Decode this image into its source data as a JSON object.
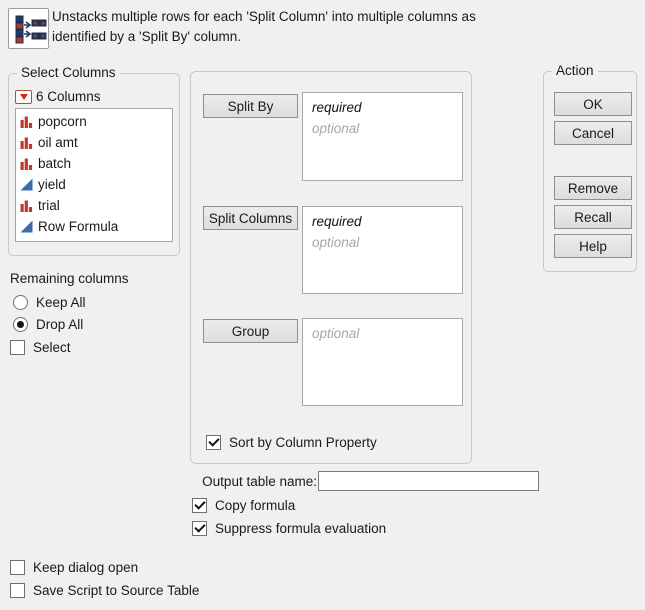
{
  "dialog": {
    "description": "Unstacks multiple rows for each 'Split Column' into multiple columns as identified by a 'Split By' column."
  },
  "select_columns": {
    "title": "Select Columns",
    "dropdown_label": "6 Columns",
    "columns": [
      {
        "name": "popcorn",
        "type": "nominal"
      },
      {
        "name": "oil amt",
        "type": "nominal"
      },
      {
        "name": "batch",
        "type": "nominal"
      },
      {
        "name": "yield",
        "type": "continuous"
      },
      {
        "name": "trial",
        "type": "nominal"
      },
      {
        "name": "Row Formula",
        "type": "continuous"
      }
    ]
  },
  "remaining_columns": {
    "label": "Remaining columns",
    "options": [
      {
        "label": "Keep All",
        "selected": false
      },
      {
        "label": "Drop All",
        "selected": true
      }
    ],
    "select": {
      "label": "Select",
      "checked": false
    }
  },
  "cast": {
    "zones": [
      {
        "button": "Split By",
        "required": "required",
        "optional": "optional"
      },
      {
        "button": "Split Columns",
        "required": "required",
        "optional": "optional"
      },
      {
        "button": "Group",
        "optional": "optional"
      }
    ],
    "sort_by_column_property": {
      "label": "Sort by Column Property",
      "checked": true
    }
  },
  "output": {
    "label": "Output table name:",
    "value": "",
    "copy_formula": {
      "label": "Copy formula",
      "checked": true
    },
    "suppress_formula_evaluation": {
      "label": "Suppress formula evaluation",
      "checked": true
    }
  },
  "action": {
    "title": "Action",
    "buttons": [
      "OK",
      "Cancel",
      "Remove",
      "Recall",
      "Help"
    ]
  },
  "footer": {
    "keep_dialog_open": {
      "label": "Keep dialog open",
      "checked": false
    },
    "save_script": {
      "label": "Save Script to Source Table",
      "checked": false
    }
  },
  "colors": {
    "nominal_red": "#c0392b",
    "continuous_blue": "#3a6cae",
    "optional_gray": "#a6a6a6",
    "background": "#f0f0f0"
  }
}
